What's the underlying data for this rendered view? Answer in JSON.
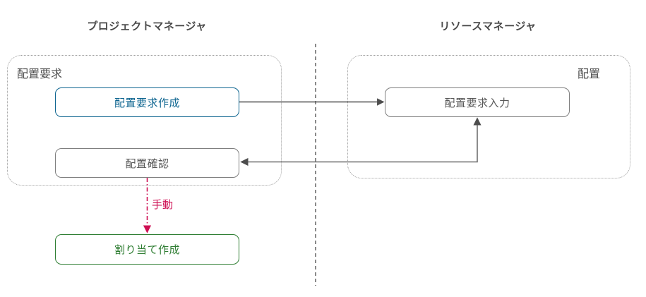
{
  "lanes": {
    "left": {
      "title": "プロジェクトマネージャ"
    },
    "right": {
      "title": "リソースマネージャ"
    }
  },
  "groups": {
    "left": {
      "label": "配置要求"
    },
    "right": {
      "label": "配置"
    }
  },
  "nodes": {
    "create_request": {
      "label": "配置要求作成",
      "color": "#0e6590"
    },
    "enter_request": {
      "label": "配置要求入力",
      "color": "#7f7f7f"
    },
    "confirm": {
      "label": "配置確認",
      "color": "#7f7f7f"
    },
    "create_assignment": {
      "label": "割り当て作成",
      "color": "#2e7d32"
    }
  },
  "edges": {
    "manual_label": "手動",
    "manual_color": "#ce0f53",
    "line_color": "#4d4d4d",
    "flow": [
      {
        "from": "配置要求作成",
        "to": "配置要求入力",
        "style": "solid"
      },
      {
        "from": "配置要求入力",
        "to": "配置確認",
        "style": "solid",
        "bidirectional": true
      },
      {
        "from": "配置確認",
        "to": "割り当て作成",
        "style": "dashed-red",
        "label": "手動"
      }
    ]
  },
  "divider": {
    "style": "dashed",
    "color": "#595959"
  }
}
